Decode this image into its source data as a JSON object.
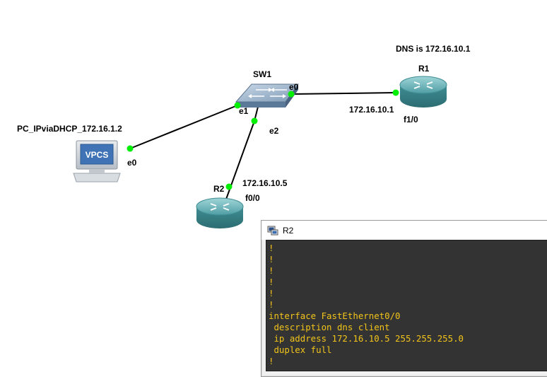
{
  "topology": {
    "dns_note": "DNS is 172.16.10.1",
    "pc": {
      "name": "PC_IPviaDHCP_172.16.1.2",
      "icon_text": "VPCS",
      "port": "e0"
    },
    "switch": {
      "name": "SW1",
      "ports": {
        "e0": "e0",
        "e1": "e1",
        "e2": "e2"
      }
    },
    "r1": {
      "name": "R1",
      "ip": "172.16.10.1",
      "port": "f1/0"
    },
    "r2": {
      "name": "R2",
      "ip": "172.16.10.5",
      "port": "f0/0"
    },
    "link_status_color": "#00ee00"
  },
  "console": {
    "title": "R2",
    "text_color": "#f2c419",
    "background": "#333333",
    "lines": [
      "!",
      "!",
      "!",
      "!",
      "!",
      "!",
      "interface FastEthernet0/0",
      " description dns client",
      " ip address 172.16.10.5 255.255.255.0",
      " duplex full",
      "!"
    ]
  }
}
